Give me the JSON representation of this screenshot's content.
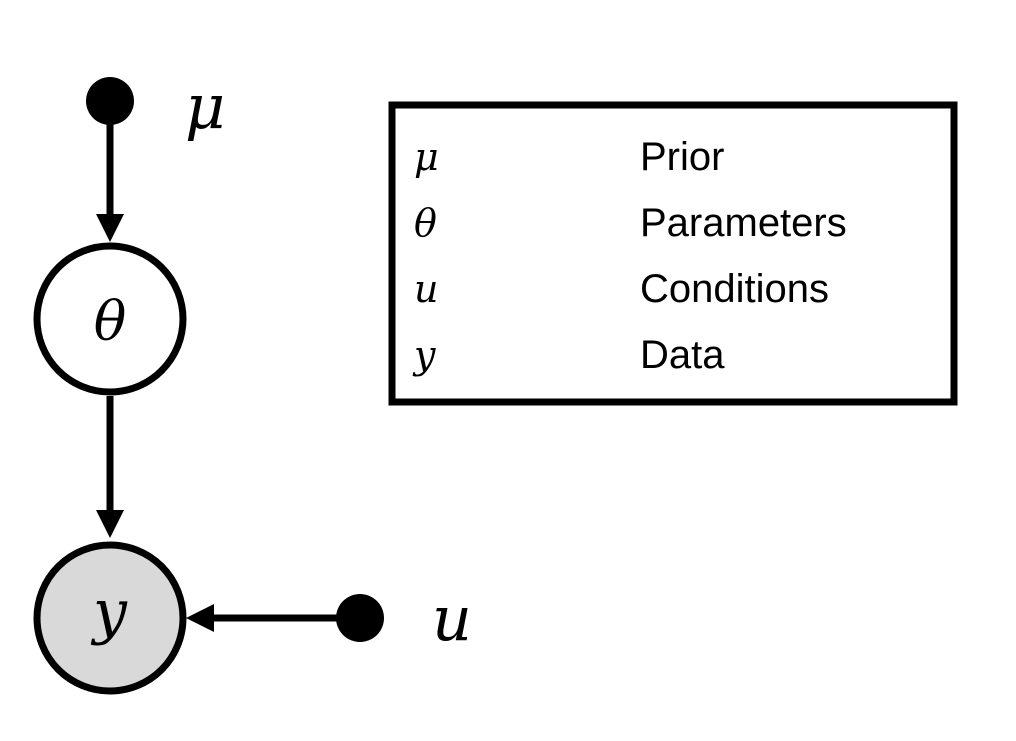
{
  "nodes": {
    "mu": {
      "symbol": "μ",
      "kind": "fixed"
    },
    "theta": {
      "symbol": "θ",
      "kind": "latent"
    },
    "y": {
      "symbol": "y",
      "kind": "observed"
    },
    "u": {
      "symbol": "u",
      "kind": "fixed"
    }
  },
  "edges": [
    {
      "from": "mu",
      "to": "theta"
    },
    {
      "from": "theta",
      "to": "y"
    },
    {
      "from": "u",
      "to": "y"
    }
  ],
  "legend": [
    {
      "symbol": "μ",
      "label": "Prior"
    },
    {
      "symbol": "θ",
      "label": "Parameters"
    },
    {
      "symbol": "u",
      "label": "Conditions"
    },
    {
      "symbol": "y",
      "label": "Data"
    }
  ],
  "colors": {
    "stroke": "#000000",
    "observed_fill": "#d9d9d9",
    "latent_fill": "#ffffff",
    "fixed_fill": "#000000"
  }
}
